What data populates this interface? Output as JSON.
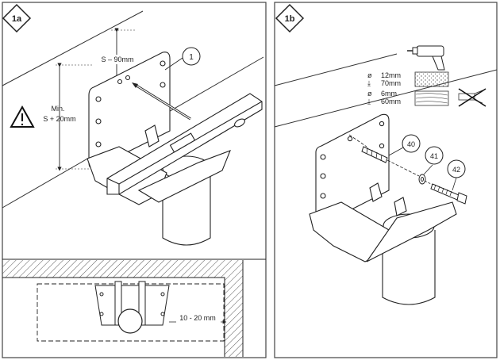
{
  "panel_a": {
    "step": "1a",
    "dim_offset": "S – 90mm",
    "dim_min_line1": "Min.",
    "dim_min_line2": "S + 20mm",
    "callout_part": "1",
    "dim_gap": "10 - 20 mm"
  },
  "panel_b": {
    "step": "1b",
    "drill_large_dia": "12mm",
    "drill_large_depth": "70mm",
    "drill_small_dia": "6mm",
    "drill_small_depth": "60mm",
    "callout_anchor": "40",
    "callout_washer": "41",
    "callout_bolt": "42"
  },
  "icons": {
    "warning": "warning-triangle-icon",
    "drill": "power-drill-icon",
    "concrete": "concrete-texture-icon",
    "wood": "wood-texture-icon",
    "no_plug": "no-plug-icon"
  }
}
